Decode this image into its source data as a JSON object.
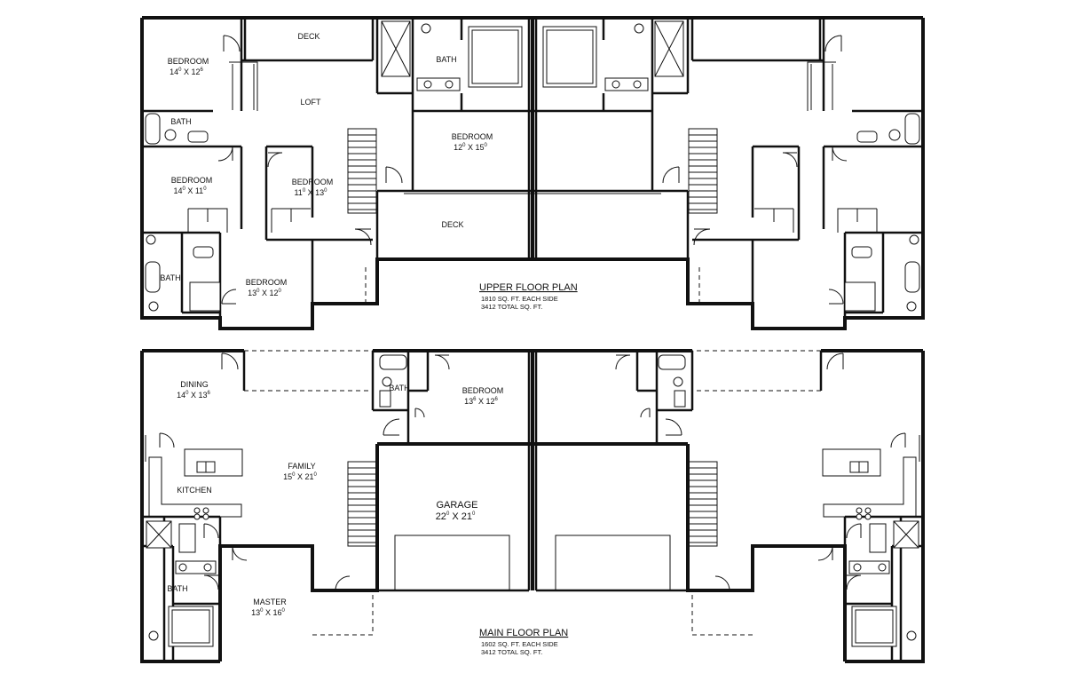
{
  "upper": {
    "title": "UPPER FLOOR PLAN",
    "line1": "1810 SQ. FT. EACH SIDE",
    "line2": "3412 TOTAL SQ. FT.",
    "rooms": {
      "deck_top": "DECK",
      "bedroom1": "BEDROOM",
      "bedroom1_dim": [
        "14",
        "0",
        " X 12",
        "6"
      ],
      "loft": "LOFT",
      "bath1": "BATH",
      "bath_top": "BATH",
      "bedroom2": "BEDROOM",
      "bedroom2_dim": [
        "12",
        "0",
        " X 15",
        "0"
      ],
      "bedroom3": "BEDROOM",
      "bedroom3_dim": [
        "14",
        "0",
        " X 11",
        "0"
      ],
      "bedroom4": "BEDROOM",
      "bedroom4_dim": [
        "11",
        "0",
        " X 13",
        "0"
      ],
      "deck_bottom": "DECK",
      "bath2": "BATH",
      "bedroom5": "BEDROOM",
      "bedroom5_dim": [
        "13",
        "0",
        " X 12",
        "0"
      ]
    }
  },
  "main": {
    "title": "MAIN FLOOR PLAN",
    "line1": "1602 SQ. FT. EACH SIDE",
    "line2": "3412 TOTAL SQ. FT.",
    "rooms": {
      "dining": "DINING",
      "dining_dim": [
        "14",
        "0",
        " X 13",
        "6"
      ],
      "bath_small": "BATH",
      "bedroom": "BEDROOM",
      "bedroom_dim": [
        "13",
        "6",
        " X 12",
        "6"
      ],
      "family": "FAMILY",
      "family_dim": [
        "15",
        "0",
        " X 21",
        "0"
      ],
      "kitchen": "KITCHEN",
      "garage": "GARAGE",
      "garage_dim": [
        "22",
        "0",
        " X 21",
        "0"
      ],
      "bath_master": "BATH",
      "master": "MASTER",
      "master_dim": [
        "13",
        "0",
        " X 16",
        "0"
      ]
    }
  }
}
